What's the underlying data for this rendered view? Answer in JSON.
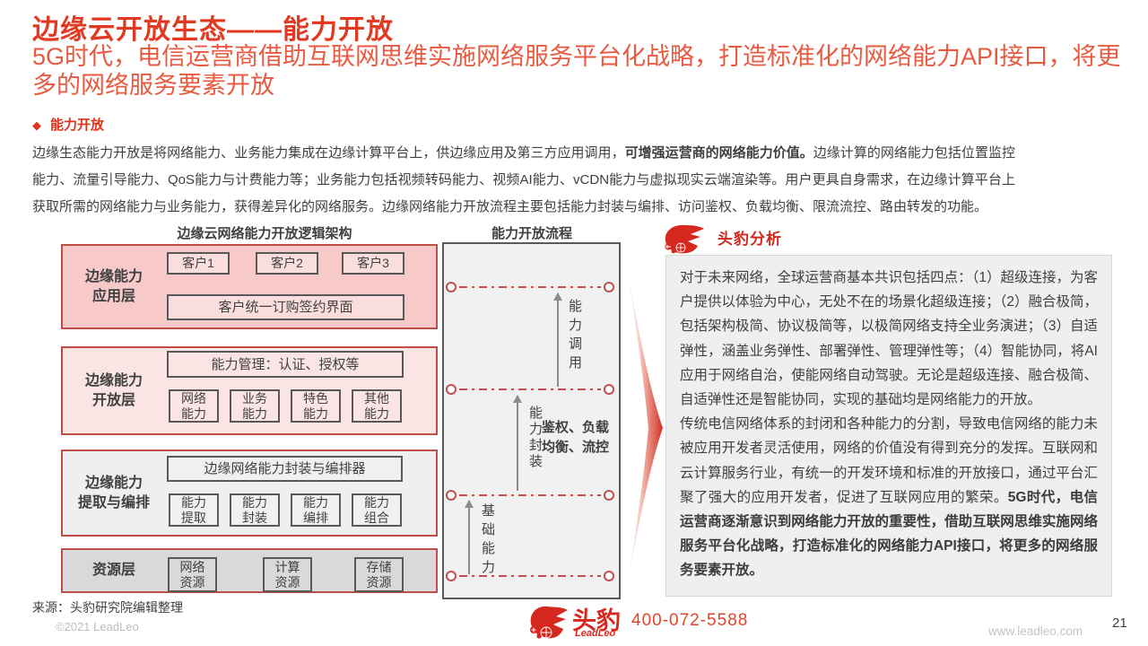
{
  "header": {
    "title": "边缘云开放生态——能力开放",
    "subtitle": "5G时代，电信运营商借助互联网思维实施网络服务平台化战略，打造标准化的网络能力API接口，将更多的网络服务要素开放"
  },
  "section": {
    "bullet": "◆",
    "heading": "能力开放",
    "body_pre": "边缘生态能力开放是将网络能力、业务能力集成在边缘计算平台上，供边缘应用及第三方应用调用，",
    "body_bold": "可增强运营商的网络能力价值。",
    "body_post": "边缘计算的网络能力包括位置监控能力、流量引导能力、QoS能力与计费能力等；业务能力包括视频转码能力、视频AI能力、vCDN能力与虚拟现实云端渲染等。用户更具自身需求，在边缘计算平台上获取所需的网络能力与业务能力，获得差异化的网络服务。边缘网络能力开放流程主要包括能力封装与编排、访问鉴权、负载均衡、限流流控、路由转发的功能。"
  },
  "architecture": {
    "title": "边缘云网络能力开放逻辑架构",
    "layer1": {
      "label": "边缘能力\n应用层",
      "boxes": [
        "客户1",
        "客户2",
        "客户3"
      ],
      "wide_box": "客户统一订购签约界面"
    },
    "layer2": {
      "label": "边缘能力\n开放层",
      "wide_box": "能力管理：认证、授权等",
      "boxes": [
        "网络\n能力",
        "业务\n能力",
        "特色\n能力",
        "其他\n能力"
      ]
    },
    "layer3": {
      "label": "边缘能力\n提取与编排",
      "wide_box": "边缘网络能力封装与编排器",
      "boxes": [
        "能力\n提取",
        "能力\n封装",
        "能力\n编排",
        "能力\n组合"
      ]
    },
    "layer4": {
      "label": "资源层",
      "boxes": [
        "网络\n资源",
        "计算\n资源",
        "存储\n资源"
      ]
    }
  },
  "flow": {
    "title": "能力开放流程",
    "arrow1_label": "能力调用",
    "arrow2_label": "能力封装",
    "arrow2_bold": "鉴权、负载\n均衡、流控",
    "arrow3_label": "基础能力"
  },
  "analysis": {
    "title": "头豹分析",
    "p1": "对于未来网络，全球运营商基本共识包括四点：（1）超级连接，为客户提供以体验为中心，无处不在的场景化超级连接；（2）融合极简，包括架构极简、协议极简等，以极简网络支持全业务演进；（3）自适弹性，涵盖业务弹性、部署弹性、管理弹性等；（4）智能协同，将AI应用于网络自治，使能网络自动驾驶。无论是超级连接、融合极简、自适弹性还是智能协同，实现的基础均是网络能力的开放。",
    "p2_normal": "传统电信网络体系的封闭和各种能力的分割，导致电信网络的能力未被应用开发者灵活使用，网络的价值没有得到充分的发挥。互联网和云计算服务行业，有统一的开发环境和标准的开放接口，通过平台汇聚了强大的应用开发者，促进了互联网应用的繁荣。",
    "p2_bold": "5G时代，电信运营商逐渐意识到网络能力开放的重要性，借助互联网思维实施网络服务平台化战略，打造标准化的网络能力API接口，将更多的网络服务要素开放。"
  },
  "footer": {
    "source": "来源：头豹研究院编辑整理",
    "copyright": "©2021 LeadLeo",
    "brand_cn": "头豹",
    "brand_en": "LeadLeo",
    "phone": "400-072-5588",
    "website": "www.leadleo.com",
    "page_number": "21"
  },
  "colors": {
    "title_red": "#e23a22",
    "subtitle_red": "#e85b41",
    "brand_red": "#d5281e",
    "layer_border_red": "#bf4e49",
    "layer1_pink": "#f7c9c9",
    "layer2_pink": "#fbe5e4",
    "gray_fill": "#d9d9d9",
    "panel_gray": "#f0efef"
  }
}
